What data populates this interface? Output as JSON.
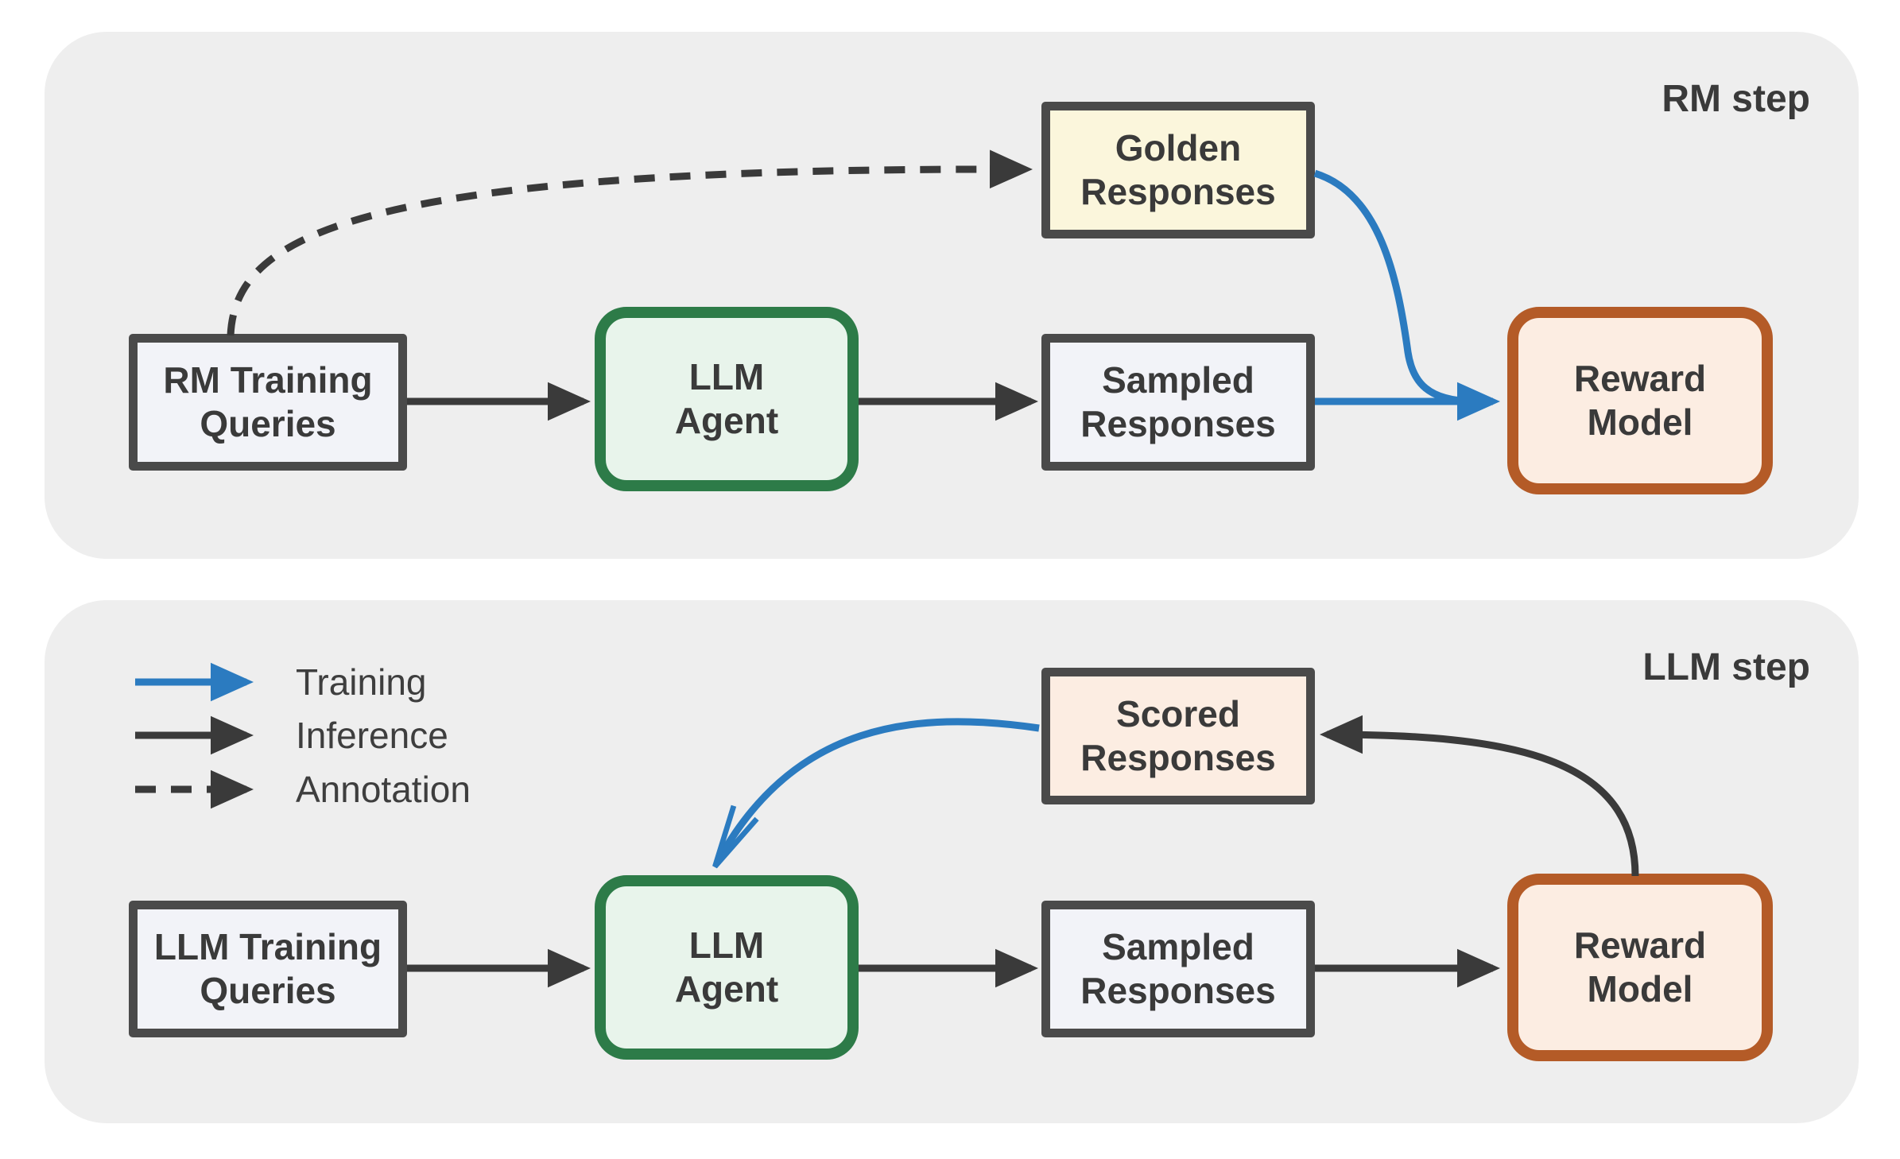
{
  "colors": {
    "page-bg": "#ffffff",
    "panel-bg": "#eeeeee",
    "box-border": "#4a4a4a",
    "box-fill-gray": "#f2f3f8",
    "box-fill-yellow": "#fbf6dc",
    "box-fill-peach": "#fcede2",
    "box-fill-mint": "#e8f4eb",
    "green-border": "#2d7b48",
    "orange-border": "#b45b27",
    "arrow-black": "#3a3a3a",
    "arrow-blue": "#2b7bc0",
    "text": "#3a3a3a"
  },
  "panels": {
    "rm": {
      "title": "RM step",
      "nodes": {
        "queries": "RM Training\nQueries",
        "agent": "LLM\nAgent",
        "sampled": "Sampled\nResponses",
        "golden": "Golden\nResponses",
        "reward": "Reward\nModel"
      }
    },
    "llm": {
      "title": "LLM step",
      "nodes": {
        "queries": "LLM Training\nQueries",
        "agent": "LLM\nAgent",
        "sampled": "Sampled\nResponses",
        "scored": "Scored\nResponses",
        "reward": "Reward\nModel"
      }
    }
  },
  "legend": {
    "items": [
      {
        "label": "Training",
        "line": "solid",
        "color": "blue"
      },
      {
        "label": "Inference",
        "line": "solid",
        "color": "black"
      },
      {
        "label": "Annotation",
        "line": "dashed",
        "color": "black"
      }
    ]
  },
  "edges": [
    {
      "panel": "RM step",
      "from": "RM Training Queries",
      "to": "LLM Agent",
      "type": "Inference"
    },
    {
      "panel": "RM step",
      "from": "LLM Agent",
      "to": "Sampled Responses",
      "type": "Inference"
    },
    {
      "panel": "RM step",
      "from": "RM Training Queries",
      "to": "Golden Responses",
      "type": "Annotation"
    },
    {
      "panel": "RM step",
      "from": "Golden Responses",
      "to": "Reward Model",
      "type": "Training"
    },
    {
      "panel": "RM step",
      "from": "Sampled Responses",
      "to": "Reward Model",
      "type": "Training"
    },
    {
      "panel": "LLM step",
      "from": "LLM Training Queries",
      "to": "LLM Agent",
      "type": "Inference"
    },
    {
      "panel": "LLM step",
      "from": "LLM Agent",
      "to": "Sampled Responses",
      "type": "Inference"
    },
    {
      "panel": "LLM step",
      "from": "Sampled Responses",
      "to": "Reward Model",
      "type": "Inference"
    },
    {
      "panel": "LLM step",
      "from": "Reward Model",
      "to": "Scored Responses",
      "type": "Inference"
    },
    {
      "panel": "LLM step",
      "from": "Scored Responses",
      "to": "LLM Agent",
      "type": "Training"
    }
  ]
}
